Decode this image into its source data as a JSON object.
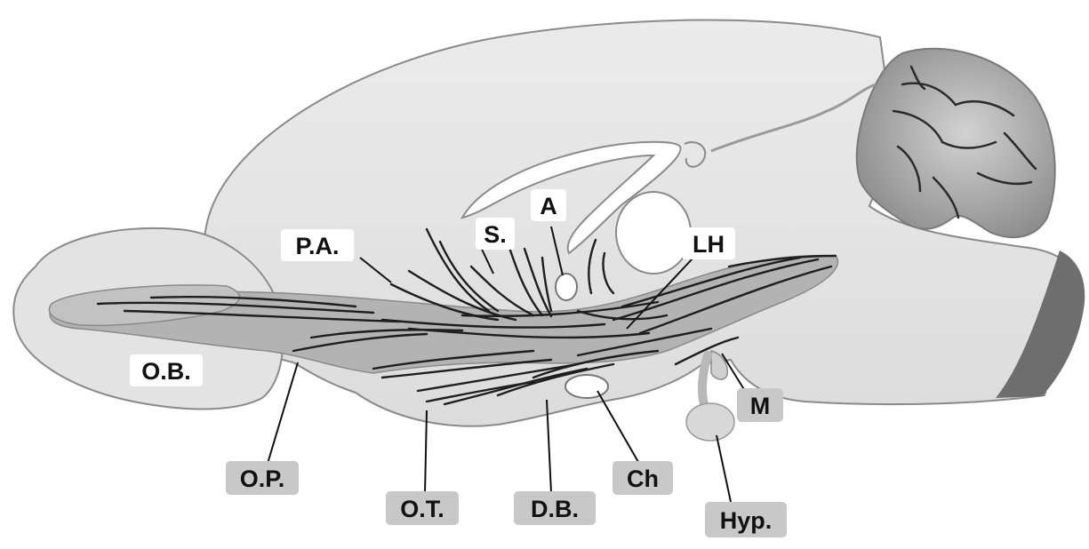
{
  "labels": {
    "pa": "P.A.",
    "s": "S.",
    "a": "A",
    "lh": "LH",
    "ob": "O.B.",
    "op": "O.P.",
    "ot": "O.T.",
    "db": "D.B.",
    "ch": "Ch",
    "m": "M",
    "hyp": "Hyp."
  },
  "colors": {
    "brain_fill": "#e5e5e5",
    "brain_stroke": "#8a8a8a",
    "tract_fill": "#b3b3b3",
    "fiber": "#1e1e1e",
    "label_box_white": "#ffffff",
    "label_box_gray": "#c8c8c8",
    "cut_face": "#6e6e6e"
  }
}
